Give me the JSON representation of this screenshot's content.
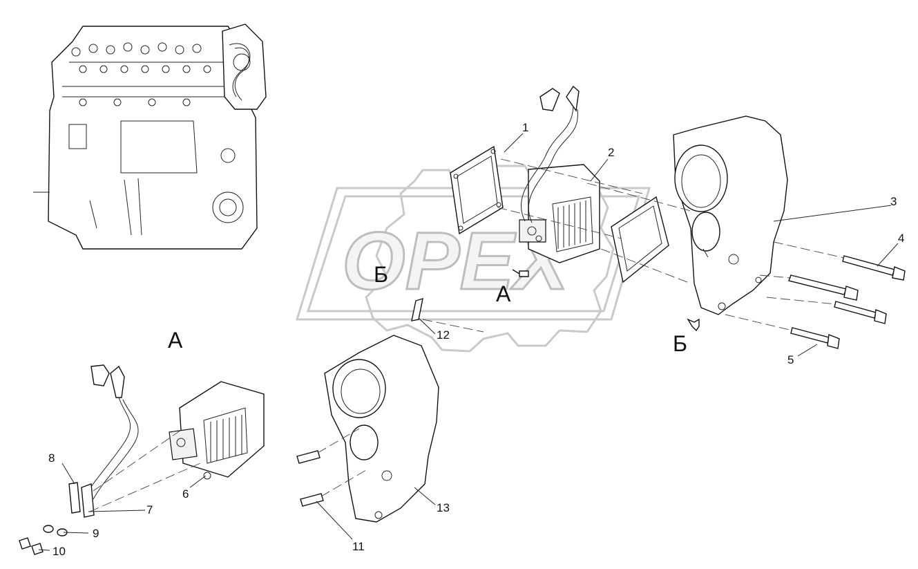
{
  "callouts": [
    {
      "id": "1",
      "label": "1"
    },
    {
      "id": "2",
      "label": "2"
    },
    {
      "id": "3",
      "label": "3"
    },
    {
      "id": "4",
      "label": "4"
    },
    {
      "id": "5",
      "label": "5"
    },
    {
      "id": "6",
      "label": "6"
    },
    {
      "id": "7",
      "label": "7"
    },
    {
      "id": "8",
      "label": "8"
    },
    {
      "id": "9",
      "label": "9"
    },
    {
      "id": "10",
      "label": "10"
    },
    {
      "id": "11",
      "label": "11"
    },
    {
      "id": "12",
      "label": "12"
    },
    {
      "id": "13",
      "label": "13"
    }
  ],
  "views": {
    "a_main": "А",
    "a_detail": "А",
    "b_main": "Б",
    "b_arrow": "Б"
  },
  "watermark": {
    "text": "OPEX"
  }
}
